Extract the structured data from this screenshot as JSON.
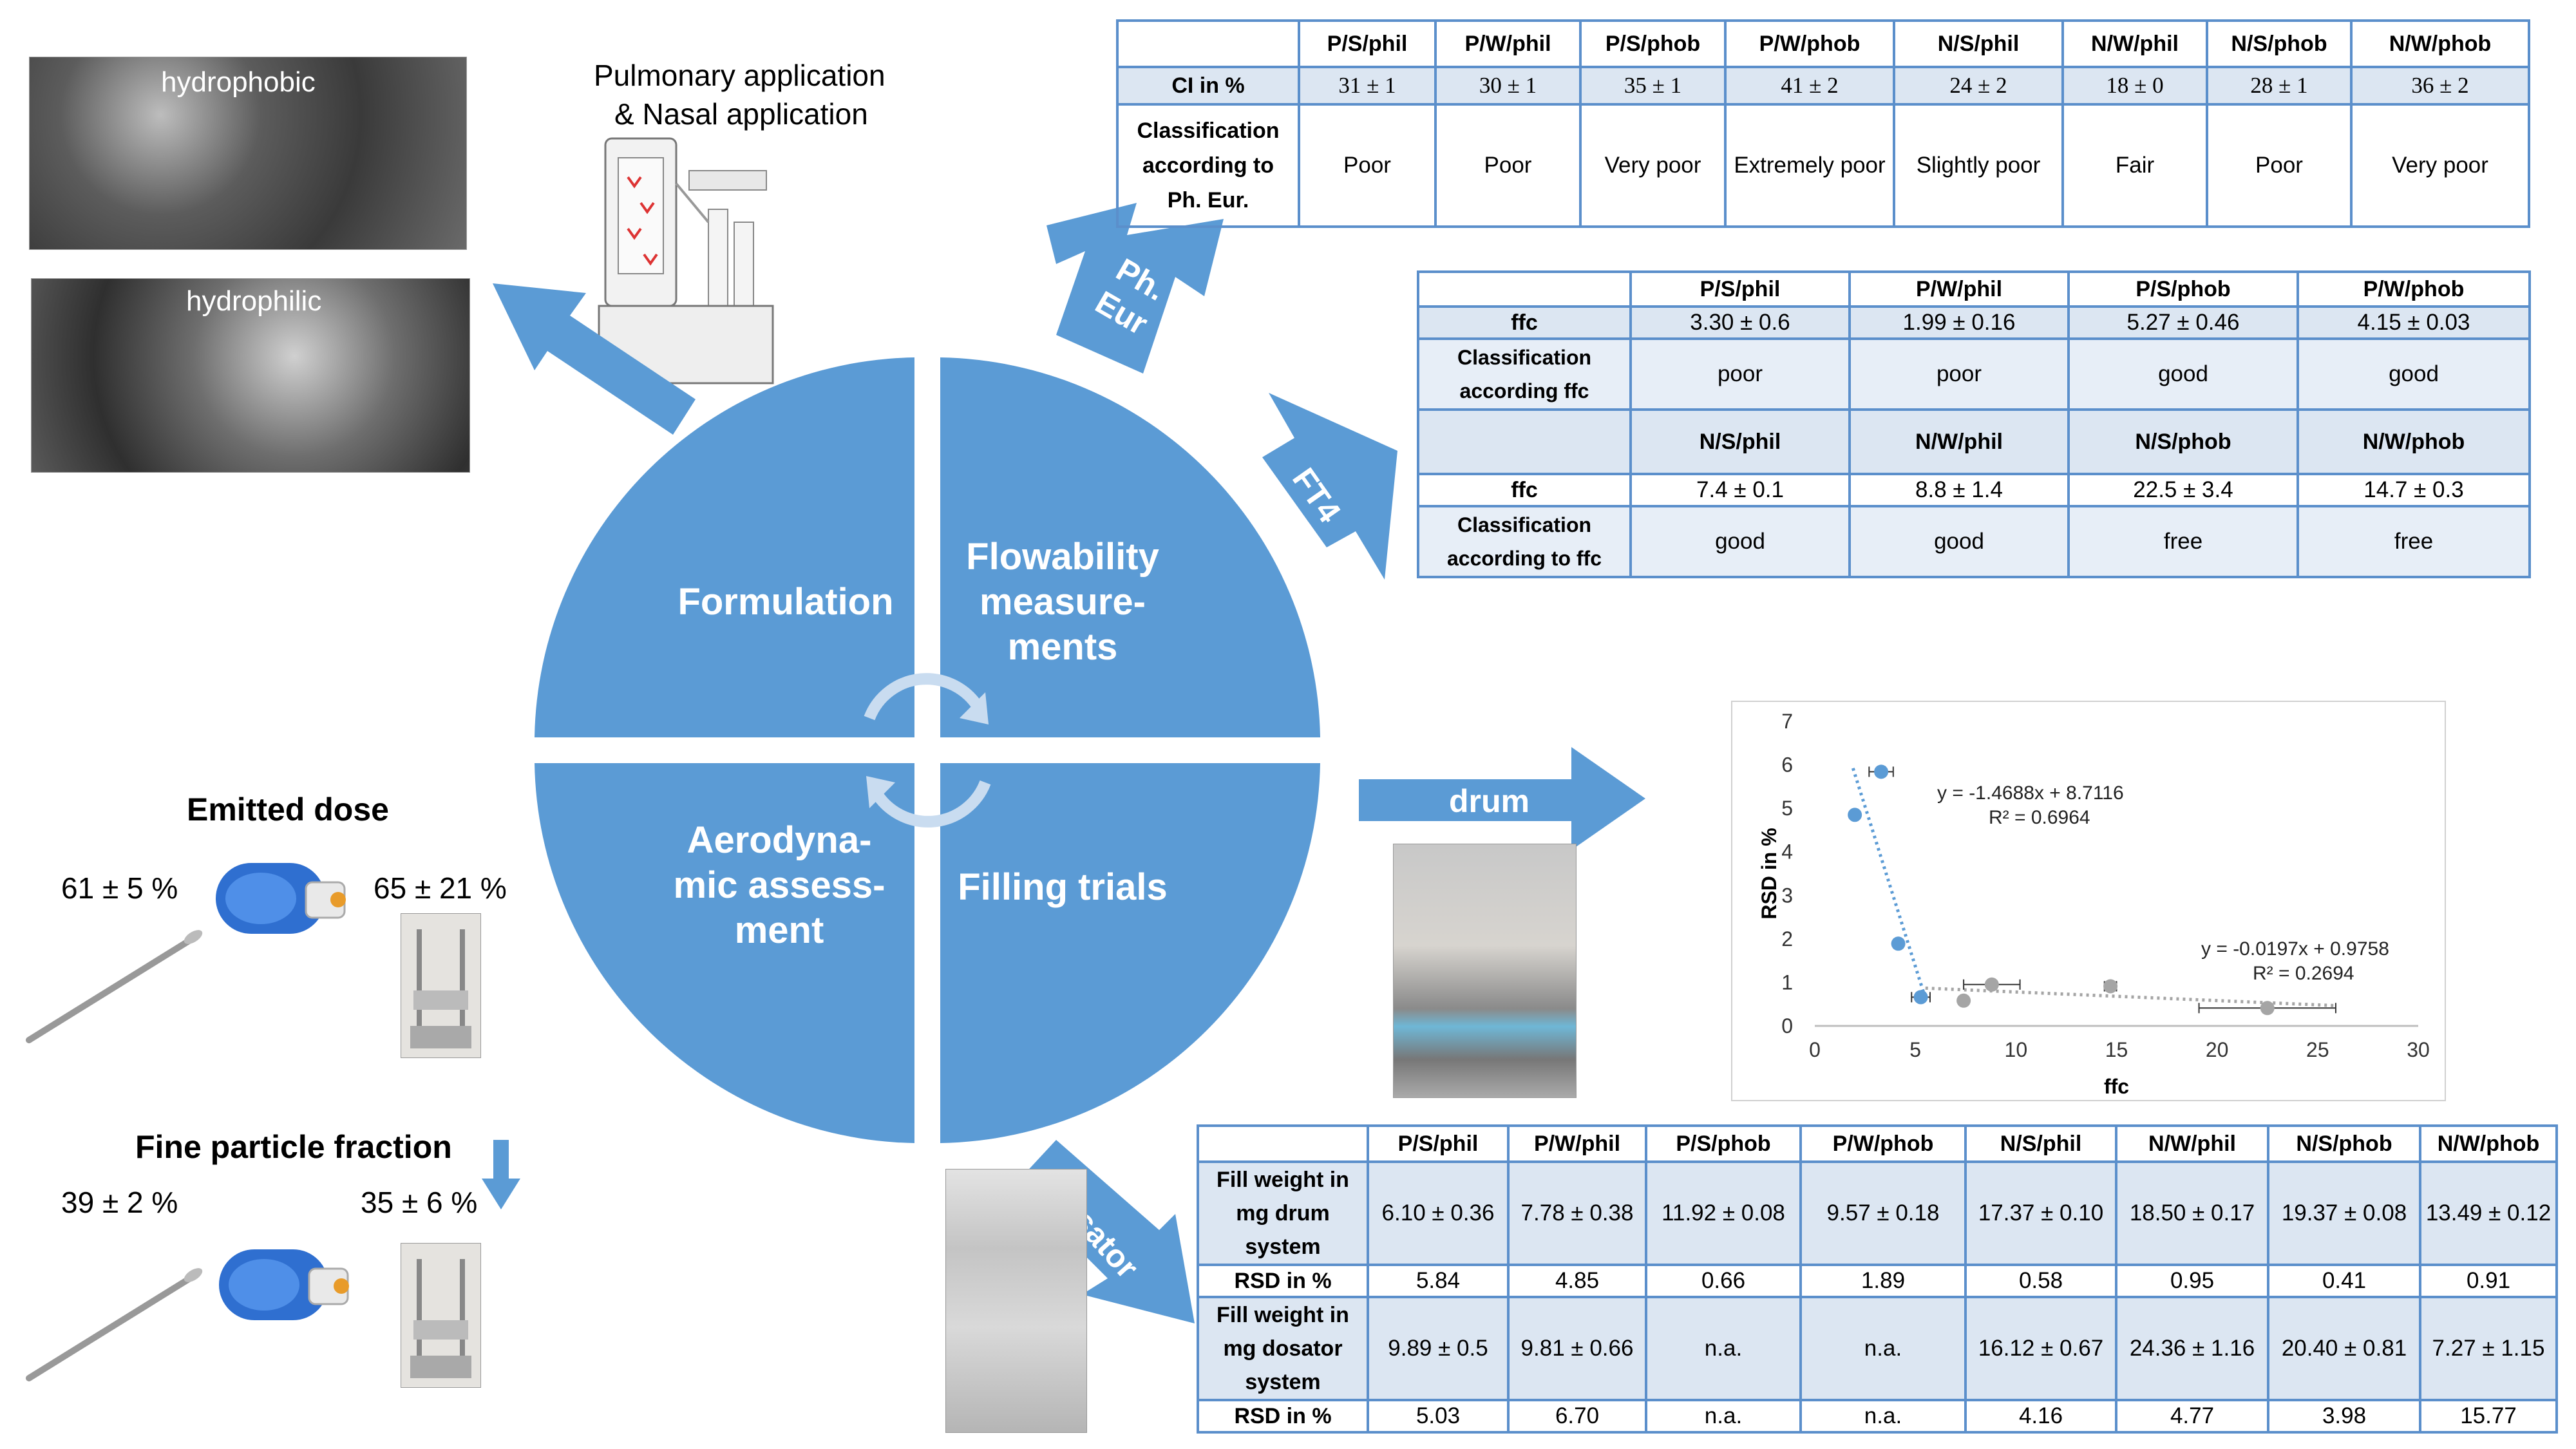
{
  "sem": {
    "top_label": "hydrophobic",
    "bottom_label": "hydrophilic"
  },
  "application": {
    "line1": "Pulmonary application",
    "line2": "& Nasal application"
  },
  "quadrants": {
    "formulation": "Formulation",
    "flowability": [
      "Flowability",
      "measure-",
      "ments"
    ],
    "aerodynamic": [
      "Aerodyna-",
      "mic assess-",
      "ment"
    ],
    "filling": "Filling trials"
  },
  "arrows": {
    "ph_eur": [
      "Ph.",
      "Eur"
    ],
    "ft4": "FT4",
    "drum": "drum",
    "dosator": "dosator"
  },
  "emitted": {
    "title": "Emitted dose",
    "left": "61 ± 5 %",
    "right": "65 ± 21 %",
    "fpf_title": "Fine particle fraction",
    "fpf_left": "39 ± 2 %",
    "fpf_right": "35 ± 6 %"
  },
  "ci_table": {
    "headers": [
      "",
      "P/S/phil",
      "P/W/phil",
      "P/S/phob",
      "P/W/phob",
      "N/S/phil",
      "N/W/phil",
      "N/S/phob",
      "N/W/phob"
    ],
    "row1_label": "CI in %",
    "row1": [
      "31 ± 1",
      "30 ± 1",
      "35 ± 1",
      "41 ± 2",
      "24 ± 2",
      "18 ± 0",
      "28 ± 1",
      "36 ± 2"
    ],
    "row2_label": [
      "Classification",
      "according to",
      "Ph. Eur."
    ],
    "row2": [
      "Poor",
      "Poor",
      "Very poor",
      "Extremely poor",
      "Slightly poor",
      "Fair",
      "Poor",
      "Very poor"
    ]
  },
  "ffc_table": {
    "headers1": [
      "P/S/phil",
      "P/W/phil",
      "P/S/phob",
      "P/W/phob"
    ],
    "ffc_label": "ffc",
    "ffc1": [
      "3.30 ± 0.6",
      "1.99 ± 0.16",
      "5.27 ± 0.46",
      "4.15 ± 0.03"
    ],
    "class1_label": [
      "Classification",
      "according ffc"
    ],
    "class1": [
      "poor",
      "poor",
      "good",
      "good"
    ],
    "headers2": [
      "N/S/phil",
      "N/W/phil",
      "N/S/phob",
      "N/W/phob"
    ],
    "ffc2": [
      "7.4 ± 0.1",
      "8.8 ± 1.4",
      "22.5 ± 3.4",
      "14.7 ± 0.3"
    ],
    "class2_label": [
      "Classification",
      "according to ffc"
    ],
    "class2": [
      "good",
      "good",
      "free",
      "free"
    ]
  },
  "fill_table": {
    "headers": [
      "",
      "P/S/phil",
      "P/W/phil",
      "P/S/phob",
      "P/W/phob",
      "N/S/phil",
      "N/W/phil",
      "N/S/phob",
      "N/W/phob"
    ],
    "drum_label": [
      "Fill weight in",
      "mg drum",
      "system"
    ],
    "drum": [
      "6.10 ± 0.36",
      "7.78 ± 0.38",
      "11.92 ± 0.08",
      "9.57 ± 0.18",
      "17.37 ± 0.10",
      "18.50 ± 0.17",
      "19.37 ± 0.08",
      "13.49 ± 0.12"
    ],
    "rsd_label": "RSD in %",
    "drum_rsd": [
      "5.84",
      "4.85",
      "0.66",
      "1.89",
      "0.58",
      "0.95",
      "0.41",
      "0.91"
    ],
    "dosator_label": [
      "Fill weight in",
      "mg dosator",
      "system"
    ],
    "dosator": [
      "9.89 ± 0.5",
      "9.81 ± 0.66",
      "n.a.",
      "n.a.",
      "16.12 ± 0.67",
      "24.36 ± 1.16",
      "20.40 ± 0.81",
      "7.27 ± 1.15"
    ],
    "dosator_rsd": [
      "5.03",
      "6.70",
      "n.a.",
      "n.a.",
      "4.16",
      "4.77",
      "3.98",
      "15.77"
    ]
  },
  "chart_data": {
    "type": "scatter",
    "xlabel": "ffc",
    "ylabel": "RSD in %",
    "xlim": [
      0,
      30
    ],
    "ylim": [
      0,
      7
    ],
    "xticks": [
      0,
      5,
      10,
      15,
      20,
      25,
      30
    ],
    "yticks": [
      0,
      1,
      2,
      3,
      4,
      5,
      6,
      7
    ],
    "series": [
      {
        "color": "#5b9bd5",
        "x": [
          3.3,
          1.99,
          4.15,
          5.27
        ],
        "y": [
          5.84,
          4.85,
          1.89,
          0.66
        ],
        "xerr": [
          0.6,
          0.16,
          0.03,
          0.46
        ],
        "trend": {
          "eq": "y = -1.4688x + 8.7116",
          "r2": "R² = 0.6964",
          "x0": 1.9,
          "x1": 5.5
        }
      },
      {
        "color": "#a5a5a5",
        "x": [
          7.4,
          8.8,
          14.7,
          22.5
        ],
        "y": [
          0.58,
          0.95,
          0.91,
          0.41
        ],
        "xerr": [
          0.1,
          1.4,
          0.3,
          3.4
        ],
        "trend": {
          "eq": "y = -0.0197x + 0.9758",
          "r2": "R² = 0.2694",
          "x0": 5.5,
          "x1": 25.9
        }
      }
    ],
    "grid": false
  },
  "colors": {
    "quadrant": "#5b9bd5",
    "arrow": "#5b9bd5",
    "table_border": "#5b8fcb",
    "table_shade": "#dce6f2"
  }
}
